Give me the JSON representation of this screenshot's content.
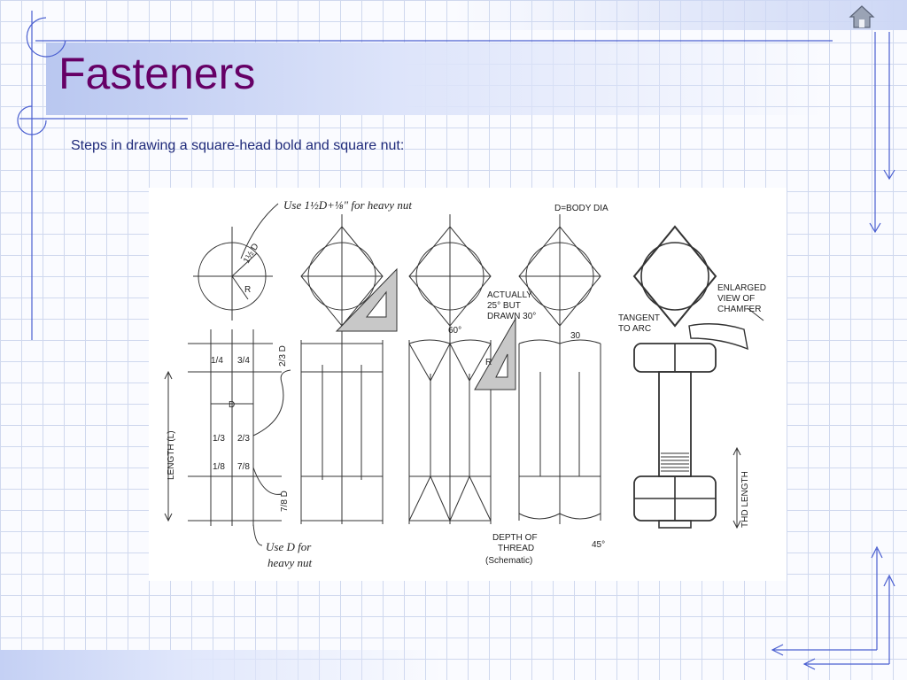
{
  "slide": {
    "title": "Fasteners",
    "subtitle": "Steps in drawing a square-head bold and square nut:"
  },
  "navigation": {
    "home_icon": "home-icon"
  },
  "figure": {
    "labels": {
      "heavy_nut_note": "Use 1½D+⅛\" for heavy nut",
      "body_dia": "D=BODY DIA",
      "actually": "ACTUALLY",
      "deg25but": "25° BUT",
      "drawn30": "DRAWN 30°",
      "angle60": "60°",
      "angle30": "30",
      "tangent": "TANGENT",
      "to_arc": "TO ARC",
      "enlarged": "ENLARGED",
      "view_of": "VIEW OF",
      "chamfer": "CHAMFER",
      "length": "LENGTH (L)",
      "thd_length": "THD LENGTH",
      "depth_of": "DEPTH OF",
      "thread": "THREAD",
      "schematic": "(Schematic)",
      "angle45": "45°",
      "use_d": "Use D for",
      "heavy_nut": "heavy nut",
      "dim_d": "D",
      "dim_r": "R",
      "dim_1_4": "1/4",
      "dim_3_4": "3/4",
      "dim_2_3d": "2/3 D",
      "dim_1_3": "1/3",
      "dim_2_3": "2/3",
      "dim_1_8": "1/8",
      "dim_7_8": "7/8",
      "dim_7_8d": "7/8 D",
      "dim_1_5d": "1½ D",
      "r_label": "R"
    }
  },
  "colors": {
    "title": "#660066",
    "subtitle": "#1f2a7a",
    "accent_lines": "#4a5fd0"
  }
}
